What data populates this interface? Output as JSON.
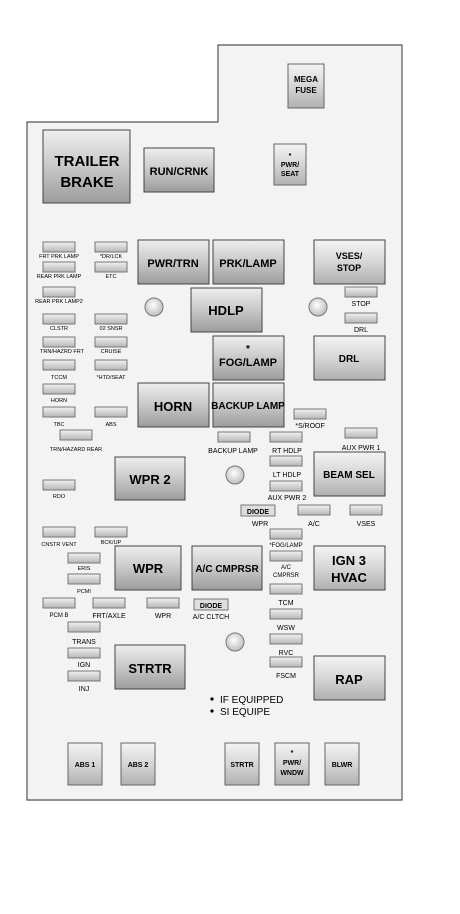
{
  "diagram": {
    "blocks": {
      "mega_fuse": [
        "MEGA",
        "FUSE"
      ],
      "trailer_brake": [
        "TRAILER",
        "BRAKE"
      ],
      "run_crnk": "RUN/CRNK",
      "pwr_seat": [
        "*",
        "PWR/",
        "SEAT"
      ],
      "pwr_trn": "PWR/TRN",
      "prk_lamp": "PRK/LAMP",
      "vses_stop": [
        "VSES/",
        "STOP"
      ],
      "hdlp": "HDLP",
      "fog_lamp": [
        "*",
        "FOG/LAMP"
      ],
      "drl_relay": "DRL",
      "horn": "HORN",
      "backup_lamp": "BACKUP LAMP",
      "wpr2": "WPR 2",
      "beam_sel": "BEAM SEL",
      "wpr": "WPR",
      "ac_cmprsr": "A/C CMPRSR",
      "ign3_hvac": [
        "IGN 3",
        "HVAC"
      ],
      "strtr": "STRTR",
      "rap": "RAP",
      "abs1": "ABS 1",
      "abs2": "ABS 2",
      "strtr_small": "STRTR",
      "pwr_wndw": [
        "*",
        "PWR/",
        "WNDW"
      ],
      "blwr": "BLWR"
    },
    "fuse_labels": {
      "frt_prk_lamp": "FRT PRK LAMP",
      "drlck": "*DR/LCK",
      "rear_prk_lamp": "REAR PRK LAMP",
      "etc": "ETC",
      "rear_prk_lamp2": "REAR PRK LAMP2",
      "clstr": "CLSTR",
      "o2_snsr": "02 SNSR",
      "trn_hazard_frt": "TRN/HAZRD FRT",
      "cruise": "CRUISE",
      "tccm": "TCCM",
      "htd_seat": "*HTD/SEAT",
      "horn_fuse": "HORN",
      "tbc": "TBC",
      "abs_fuse": "ABS",
      "trn_hazard_rear": "TRN/HAZARD REAR",
      "rdo": "RDO",
      "stop": "STOP",
      "drl_fuse": "DRL",
      "s_roof": "*S/ROOF",
      "aux_pwr1": "AUX PWR 1",
      "backup_lamp_fuse": "BACKUP LAMP",
      "rt_hdlp": "RT HDLP",
      "lt_hdlp": "LT HDLP",
      "aux_pwr2": "AUX PWR 2",
      "diode1": "DIODE",
      "wpr_fuse": "WPR",
      "ac_fuse": "A/C",
      "vses_fuse": "VSES",
      "cnstr_vent": "CNSTR VENT",
      "bckup": "BCK/UP",
      "fog_lamp_fuse": "*FOG/LAMP",
      "ac_cmprsr_fuse": [
        "A/C",
        "CMPRSR"
      ],
      "eris": "ERIS",
      "pcm1": "PCMI",
      "tcm": "TCM",
      "pcm_b": "PCM B",
      "frt_axle": "FRT/AXLE",
      "wpr_fuse2": "WPR",
      "diode2": "DIODE",
      "ac_cltch": "A/C CLTCH",
      "wsw": "WSW",
      "trans": "TRANS",
      "rvc": "RVC",
      "ign": "IGN",
      "fscm": "FSCM",
      "inj": "INJ"
    },
    "legend": {
      "line1": "IF EQUIPPED",
      "line2": "SI EQUIPE"
    }
  }
}
